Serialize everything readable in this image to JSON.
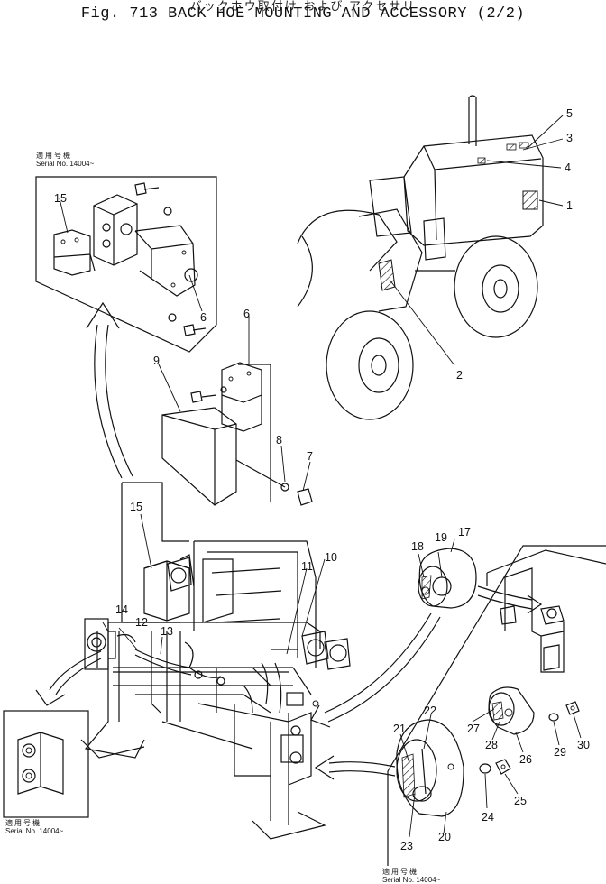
{
  "header": {
    "subtitle_jp": "バックホウ取付け および アクセサリ",
    "title": "Fig. 713 BACK HOE MOUNTING AND ACCESSORY (2/2)"
  },
  "serial_notes": [
    {
      "jp": "適用号機",
      "text": "Serial No. 14004~"
    },
    {
      "jp": "適用号機",
      "text": "Serial No. 14004~"
    },
    {
      "jp": "適用号機",
      "text": "Serial No. 14004~"
    }
  ],
  "part_labels": {
    "p1": "1",
    "p2": "2",
    "p3": "3",
    "p4": "4",
    "p5": "5",
    "p6a": "6",
    "p6b": "6",
    "p7": "7",
    "p8": "8",
    "p9": "9",
    "p10": "10",
    "p11": "11",
    "p12": "12",
    "p13": "13",
    "p14": "14",
    "p15a": "15",
    "p15b": "15",
    "p17": "17",
    "p18": "18",
    "p19": "19",
    "p20": "20",
    "p21": "21",
    "p22": "22",
    "p23": "23",
    "p24": "24",
    "p25": "25",
    "p26": "26",
    "p27": "27",
    "p28": "28",
    "p29": "29",
    "p30": "30"
  }
}
